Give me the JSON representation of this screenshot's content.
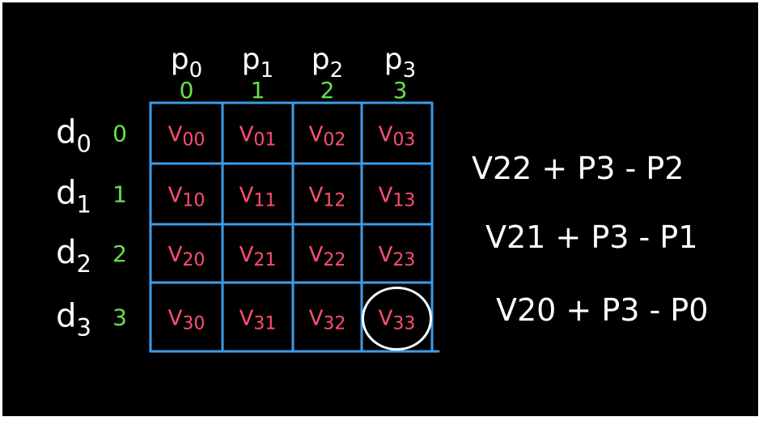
{
  "colors": {
    "background": "#000000",
    "grid": "#3d9be8",
    "cell_text": "#ff4f70",
    "index_text": "#69e04a",
    "label_text": "#ffffff",
    "highlight": "#ffffff"
  },
  "columns": [
    {
      "name": "p",
      "sub": "0",
      "index": "0"
    },
    {
      "name": "p",
      "sub": "1",
      "index": "1"
    },
    {
      "name": "p",
      "sub": "2",
      "index": "2"
    },
    {
      "name": "p",
      "sub": "3",
      "index": "3"
    }
  ],
  "rows": [
    {
      "name": "d",
      "sub": "0",
      "index": "0"
    },
    {
      "name": "d",
      "sub": "1",
      "index": "1"
    },
    {
      "name": "d",
      "sub": "2",
      "index": "2"
    },
    {
      "name": "d",
      "sub": "3",
      "index": "3"
    }
  ],
  "cells": [
    [
      "V00",
      "V01",
      "V02",
      "V03"
    ],
    [
      "V10",
      "V11",
      "V12",
      "V13"
    ],
    [
      "V20",
      "V21",
      "V22",
      "V23"
    ],
    [
      "V30",
      "V31",
      "V32",
      "V33"
    ]
  ],
  "highlighted_cell": {
    "row": 3,
    "col": 3
  },
  "expressions": [
    "V22 + P3 - P2",
    "V21 + P3 - P1",
    "V20 + P3 - P0"
  ]
}
